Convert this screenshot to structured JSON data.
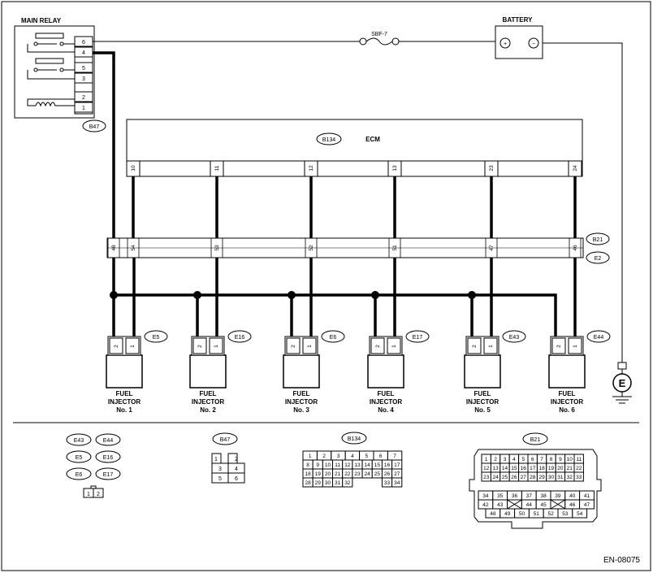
{
  "relay": {
    "title": "MAIN RELAY",
    "pins": [
      "6",
      "4",
      "5",
      "3",
      "2",
      "1"
    ],
    "connector": "B47"
  },
  "fuse": "SBF-7",
  "battery": {
    "title": "BATTERY",
    "plus": "+",
    "minus": "−"
  },
  "ecm": {
    "title": "ECM",
    "connector": "B134",
    "pins": [
      "10",
      "11",
      "12",
      "13",
      "23",
      "24"
    ]
  },
  "joint": {
    "connector_top": "B21",
    "connector_bottom": "E2",
    "pins": [
      "48",
      "54",
      "53",
      "52",
      "51",
      "47",
      "46"
    ]
  },
  "injectors": [
    {
      "connector": "E5",
      "pin_a": "2",
      "pin_b": "1",
      "line1": "FUEL",
      "line2": "INJECTOR",
      "line3": "No. 1"
    },
    {
      "connector": "E16",
      "pin_a": "2",
      "pin_b": "1",
      "line1": "FUEL",
      "line2": "INJECTOR",
      "line3": "No. 2"
    },
    {
      "connector": "E6",
      "pin_a": "2",
      "pin_b": "1",
      "line1": "FUEL",
      "line2": "INJECTOR",
      "line3": "No. 3"
    },
    {
      "connector": "E17",
      "pin_a": "2",
      "pin_b": "1",
      "line1": "FUEL",
      "line2": "INJECTOR",
      "line3": "No. 4"
    },
    {
      "connector": "E43",
      "pin_a": "2",
      "pin_b": "1",
      "line1": "FUEL",
      "line2": "INJECTOR",
      "line3": "No. 5"
    },
    {
      "connector": "E44",
      "pin_a": "2",
      "pin_b": "1",
      "line1": "FUEL",
      "line2": "INJECTOR",
      "line3": "No. 6"
    }
  ],
  "ground": "E",
  "legend": {
    "injector_connectors": [
      "E43",
      "E44",
      "E5",
      "E16",
      "E6",
      "E17"
    ],
    "injector_pins": [
      "1",
      "2"
    ],
    "b47": {
      "label": "B47",
      "pins": [
        "1",
        "2",
        "3",
        "4",
        "5",
        "6"
      ]
    },
    "b134": {
      "label": "B134",
      "rows": [
        [
          "1",
          "2",
          "3",
          "4",
          "5",
          "6",
          "7"
        ],
        [
          "8",
          "9",
          "10",
          "11",
          "12",
          "13",
          "14",
          "15",
          "16",
          "17"
        ],
        [
          "18",
          "19",
          "20",
          "21",
          "22",
          "23",
          "24",
          "25",
          "26",
          "27"
        ],
        [
          "28",
          "29",
          "30",
          "31",
          "32",
          "33",
          "34"
        ]
      ]
    },
    "b21": {
      "label": "B21",
      "rows": [
        [
          "1",
          "2",
          "3",
          "4",
          "5",
          "6",
          "7",
          "8",
          "9",
          "10",
          "11"
        ],
        [
          "12",
          "13",
          "14",
          "15",
          "16",
          "17",
          "18",
          "19",
          "20",
          "21",
          "22"
        ],
        [
          "23",
          "24",
          "25",
          "26",
          "27",
          "28",
          "29",
          "30",
          "31",
          "32",
          "33"
        ],
        [
          "34",
          "35",
          "36",
          "37",
          "38",
          "39",
          "40",
          "41"
        ],
        [
          "42",
          "43",
          "44",
          "45",
          "46",
          "47"
        ],
        [
          "48",
          "49",
          "50",
          "51",
          "52",
          "53",
          "54"
        ]
      ]
    }
  },
  "doc_id": "EN-08075"
}
